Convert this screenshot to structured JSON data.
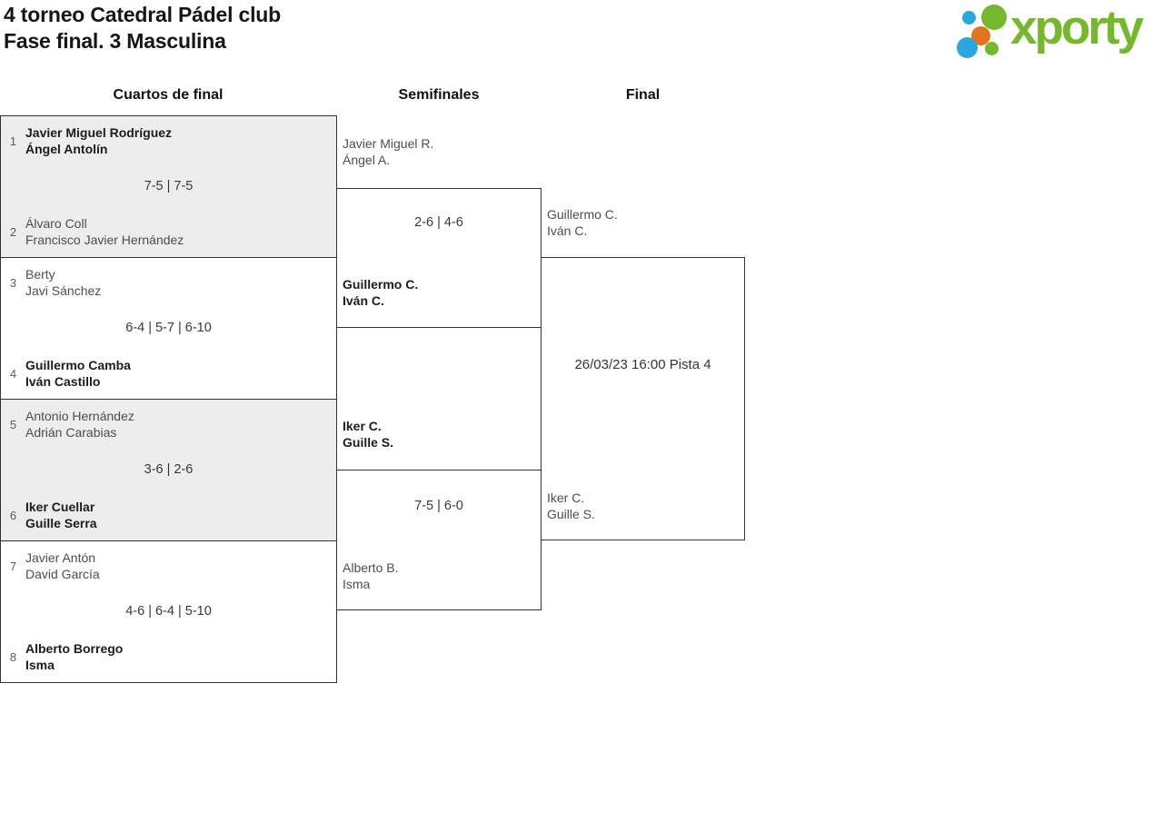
{
  "header": {
    "title_line1": "4 torneo Catedral Pádel club",
    "title_line2": "Fase final. 3 Masculina"
  },
  "logo": {
    "brand": "xporty",
    "colors": {
      "green": "#76B82B",
      "blue": "#29A7DF",
      "orange": "#E5731B"
    }
  },
  "columns": {
    "quarterfinals_label": "Cuartos de final",
    "semifinals_label": "Semifinales",
    "final_label": "Final"
  },
  "quarterfinals": [
    {
      "seed_top": "1",
      "team_top": [
        "Javier Miguel Rodríguez",
        "Ángel Antolín"
      ],
      "top_winner": true,
      "score": "7-5 | 7-5",
      "seed_bottom": "2",
      "team_bottom": [
        "Álvaro Coll",
        "Francisco Javier Hernández"
      ],
      "bottom_winner": false
    },
    {
      "seed_top": "3",
      "team_top": [
        "Berty",
        "Javi Sánchez"
      ],
      "top_winner": false,
      "score": "6-4 | 5-7 | 6-10",
      "seed_bottom": "4",
      "team_bottom": [
        "Guillermo Camba",
        "Iván Castillo"
      ],
      "bottom_winner": true
    },
    {
      "seed_top": "5",
      "team_top": [
        "Antonio Hernández",
        "Adrián Carabias"
      ],
      "top_winner": false,
      "score": "3-6 | 2-6",
      "seed_bottom": "6",
      "team_bottom": [
        "Iker Cuellar",
        "Guille Serra"
      ],
      "bottom_winner": true
    },
    {
      "seed_top": "7",
      "team_top": [
        "Javier Antón",
        "David García"
      ],
      "top_winner": false,
      "score": "4-6 | 6-4 | 5-10",
      "seed_bottom": "8",
      "team_bottom": [
        "Alberto Borrego",
        "Isma"
      ],
      "bottom_winner": true
    }
  ],
  "semifinals": [
    {
      "team_top": [
        "Javier Miguel R.",
        "Ángel A."
      ],
      "top_winner": false,
      "score": "2-6 | 4-6",
      "team_bottom": [
        "Guillermo C.",
        "Iván C."
      ],
      "bottom_winner": true
    },
    {
      "team_top": [
        "Iker C.",
        "Guille S."
      ],
      "top_winner": true,
      "score": "7-5 | 6-0",
      "team_bottom": [
        "Alberto B.",
        "Isma"
      ],
      "bottom_winner": false
    }
  ],
  "final": {
    "team_top": [
      "Guillermo C.",
      "Iván C."
    ],
    "top_winner": false,
    "team_bottom": [
      "Iker C.",
      "Guille S."
    ],
    "bottom_winner": false,
    "schedule": "26/03/23 16:00 Pista 4"
  }
}
